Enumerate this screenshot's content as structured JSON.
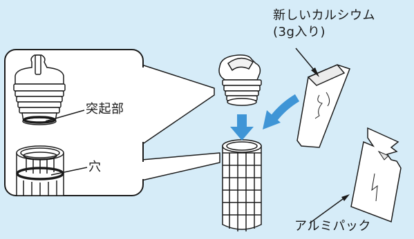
{
  "labels": {
    "new_calcium_line1": "新しいカルシウム",
    "new_calcium_line2": "(3g入り)",
    "protrusion": "突起部",
    "hole": "穴",
    "aluminum_pack": "アルミパック"
  },
  "colors": {
    "background": "#d6ecf8",
    "arrow": "#3f95d6",
    "outline": "#1a1a1a",
    "part_fill": "#ffffff"
  },
  "icons": {
    "cap": "cartridge-cap-icon",
    "cartridge": "mesh-cartridge-icon",
    "packet": "calcium-packet-icon",
    "pack": "aluminum-pack-icon"
  }
}
